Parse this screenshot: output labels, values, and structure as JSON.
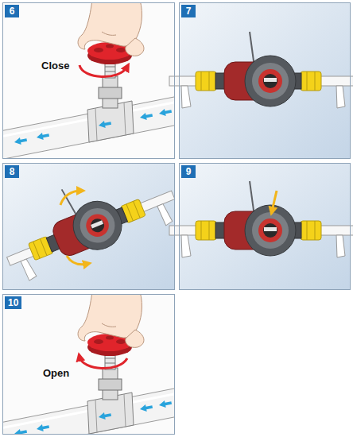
{
  "diagram": {
    "nodes": [
      {
        "text": [
          "6"
        ]
      },
      {
        "text": [
          "7"
        ]
      },
      {
        "text": [
          "8"
        ]
      },
      {
        "text": [
          "9"
        ]
      },
      {
        "text": [
          "10"
        ]
      }
    ],
    "labels": [
      "Close",
      "Open"
    ]
  }
}
